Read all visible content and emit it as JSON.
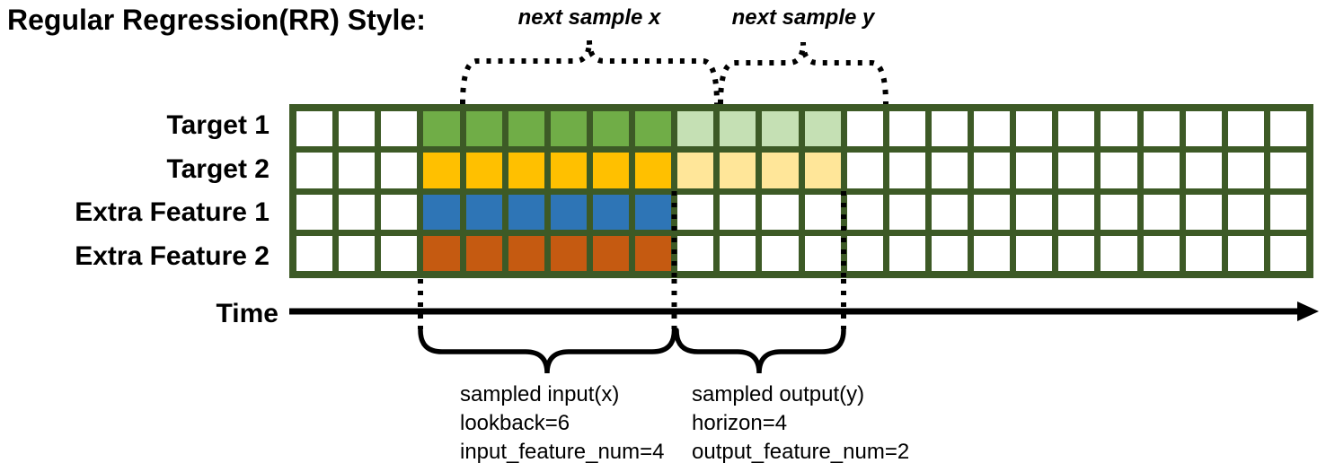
{
  "title": "Regular Regression(RR) Style:",
  "annotations": {
    "next_sample_x": "next sample x",
    "next_sample_y": "next sample y",
    "time_label": "Time",
    "input_caption": [
      "sampled input(x)",
      "lookback=6",
      "input_feature_num=4"
    ],
    "output_caption": [
      "sampled output(y)",
      "horizon=4",
      "output_feature_num=2"
    ]
  },
  "colors": {
    "grid_line": "#3d5a26",
    "cell_empty": "#ffffff",
    "target1_input": "#70ad47",
    "target1_output": "#c5e0b4",
    "target2_input": "#ffc000",
    "target2_output": "#ffe699",
    "feature1_input": "#2e75b6",
    "feature2_input": "#c55a11",
    "annotation_line": "#000000"
  },
  "grid": {
    "columns": 24,
    "lead_empty_columns": 3,
    "input_columns": 6,
    "output_columns": 4,
    "trail_empty_columns": 11,
    "rows": [
      {
        "label": "Target 1",
        "input_color": "target1_input",
        "output_color": "target1_output"
      },
      {
        "label": "Target 2",
        "input_color": "target2_input",
        "output_color": "target2_output"
      },
      {
        "label": "Extra Feature 1",
        "input_color": "feature1_input",
        "output_color": null
      },
      {
        "label": "Extra Feature 2",
        "input_color": "feature2_input",
        "output_color": null
      }
    ]
  },
  "sample_params": {
    "lookback": 6,
    "horizon": 4,
    "input_feature_num": 4,
    "output_feature_num": 2,
    "stride_to_next_sample": 1
  }
}
